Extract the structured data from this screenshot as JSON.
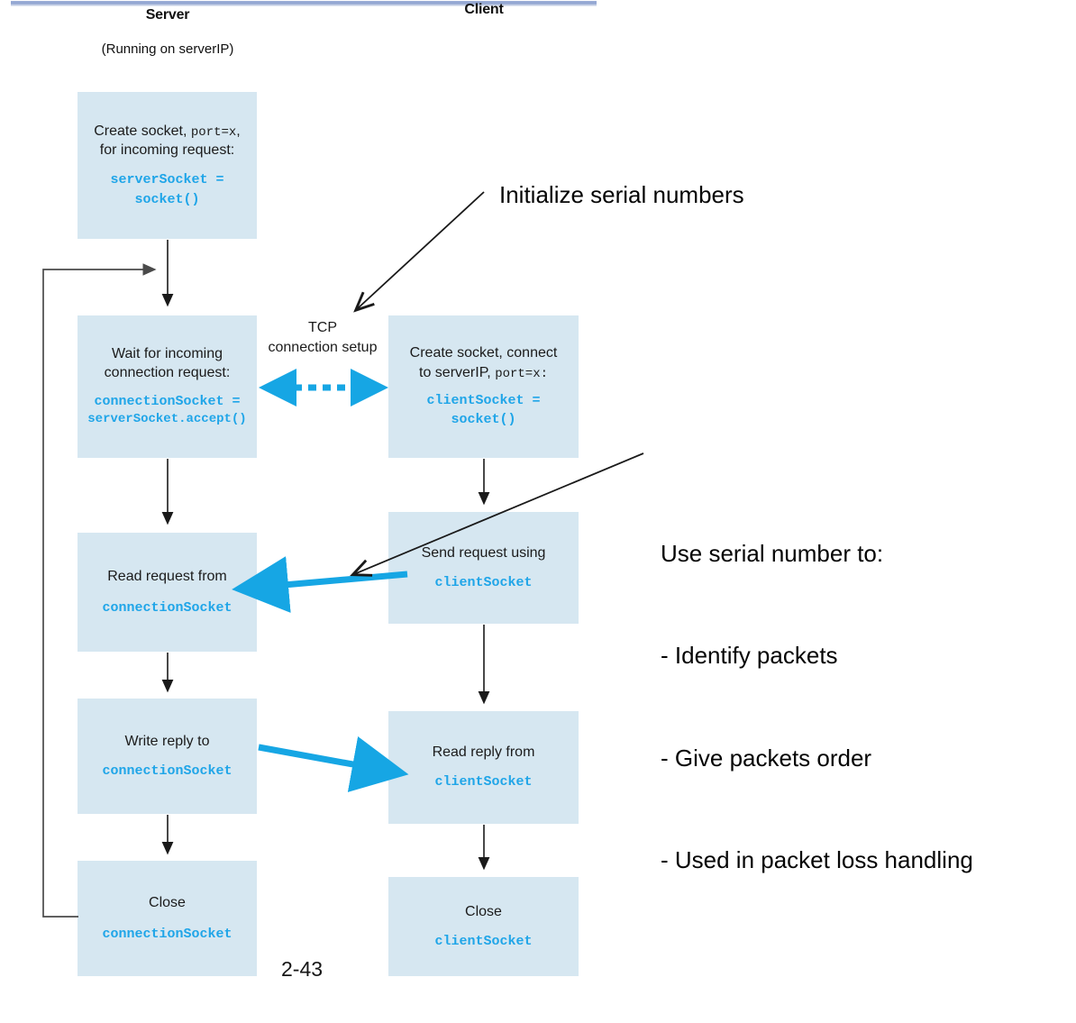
{
  "slide": {
    "number": "2-43",
    "accent_code_color": "#1fa5e8",
    "box_fill_color": "#d6e7f1",
    "arrow_highlight_color": "#16a6e4",
    "topbar_color": "#8fa3d0"
  },
  "columns": {
    "server": {
      "title": "Server",
      "subtitle": "(Running on serverIP)"
    },
    "client": {
      "title": "Client",
      "subtitle": ""
    }
  },
  "boxes": {
    "server_create": {
      "line1": "Create  socket, ",
      "line1_mono": "port=x",
      "line1_tail": ",",
      "line2": "for incoming request:",
      "code1": "serverSocket =",
      "code2": "socket()"
    },
    "server_wait": {
      "line1": "Wait for incoming",
      "line2": "connection request:",
      "code1": "connectionSocket =",
      "code2": "serverSocket.accept()"
    },
    "client_create": {
      "line1": "Create socket, connect",
      "line2": "to serverIP, ",
      "line2_mono": "port=x:",
      "code1": "clientSocket =",
      "code2": "socket()"
    },
    "server_read": {
      "line1": "Read request from",
      "code1": "connectionSocket"
    },
    "client_send": {
      "line1": "Send request using",
      "code1": "clientSocket"
    },
    "server_write": {
      "line1": "Write reply to",
      "code1": "connectionSocket"
    },
    "client_read": {
      "line1": "Read reply from",
      "code1": "clientSocket"
    },
    "server_close": {
      "line1": "Close",
      "code1": "connectionSocket"
    },
    "client_close": {
      "line1": "Close",
      "code1": "clientSocket"
    }
  },
  "labels": {
    "tcp_setup_line1": "TCP",
    "tcp_setup_line2": "connection setup"
  },
  "annotations": {
    "init_serial": "Initialize serial numbers",
    "use_serial_title": "Use serial number to:",
    "use_serial_b1": "- Identify packets",
    "use_serial_b2": "- Give packets order",
    "use_serial_b3": "- Used in packet loss handling"
  }
}
